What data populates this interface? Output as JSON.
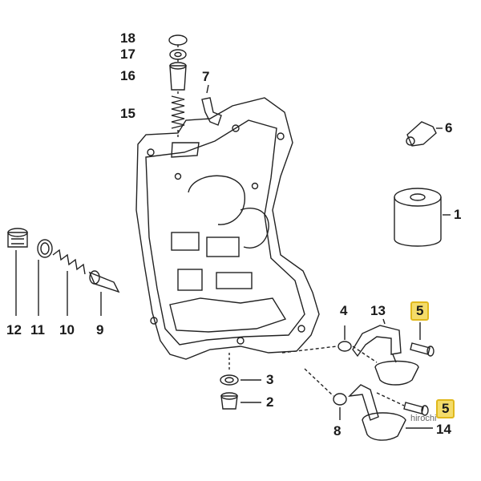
{
  "callouts": {
    "n1": "1",
    "n2": "2",
    "n3": "3",
    "n4": "4",
    "n5a": "5",
    "n5b": "5",
    "n6": "6",
    "n7": "7",
    "n8": "8",
    "n9": "9",
    "n10": "10",
    "n11": "11",
    "n12": "12",
    "n13": "13",
    "n14": "14",
    "n15": "15",
    "n16": "16",
    "n17": "17",
    "n18": "18"
  },
  "watermark": "hirochi",
  "colors": {
    "highlight_fill": "#f4dc6a",
    "highlight_border": "#e0b81c",
    "line": "#222222"
  }
}
